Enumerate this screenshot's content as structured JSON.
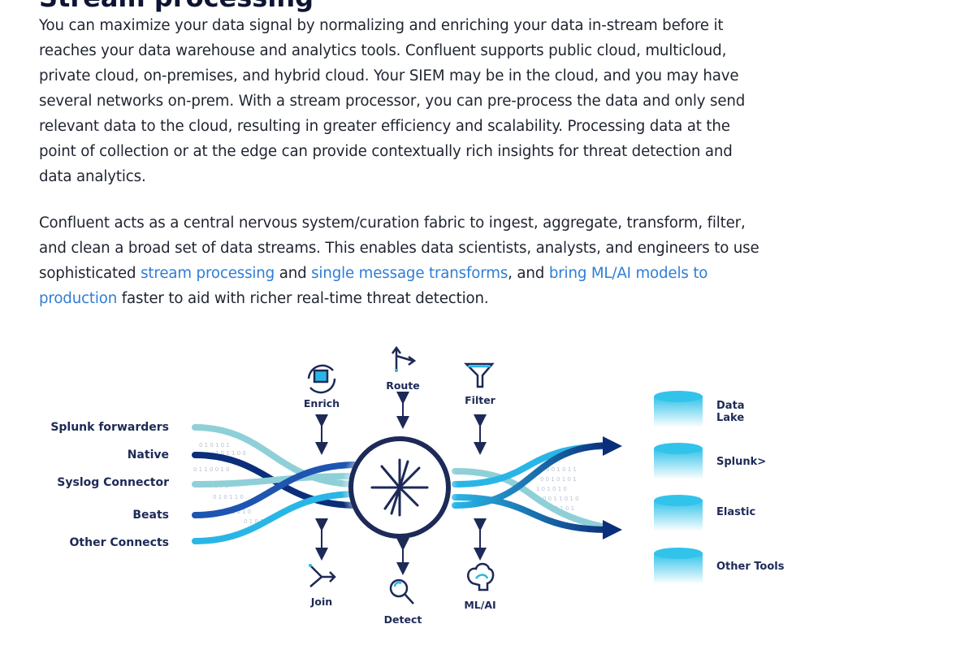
{
  "paragraph1": [
    "You can maximize your data signal by normalizing and enriching your data in-stream before it",
    "reaches your data warehouse and analytics tools. Confluent supports public cloud, multicloud,",
    "private cloud, on-premises, and hybrid cloud. Your SIEM may be in the cloud, and you may have",
    "several networks on-prem. With a stream processor, you can pre-process the data and only send",
    "relevant data to the cloud, resulting in greater efficiency and scalability. Processing data at the",
    "point of collection or at the edge can provide contextually rich insights for threat detection and",
    "data analytics."
  ],
  "paragraph2": {
    "line1": "Confluent acts as a central nervous system/curation fabric to ingest, aggregate, transform, filter,",
    "line2": "and clean a broad set of data streams. This enables data scientists, analysts, and engineers to use",
    "line3_pre": "sophisticated ",
    "link_stream_processing": "stream processing",
    "line3_and": " and ",
    "link_smt": "single message transforms",
    "line3_comma": ", and ",
    "link_ml_part1": "bring ML/AI models to",
    "link_ml_part2": "production",
    "line4_post": " faster to aid with richer real-time threat detection."
  },
  "diagram": {
    "sources": [
      "Splunk forwarders",
      "Native",
      "Syslog Connector",
      "Beats",
      "Other Connects"
    ],
    "operations": {
      "enrich": "Enrich",
      "route": "Route",
      "filter": "Filter",
      "join": "Join",
      "detect": "Detect",
      "mlai": "ML/AI"
    },
    "destinations": {
      "data_lake_line1": "Data",
      "data_lake_line2": "Lake",
      "splunk": "Splunk>",
      "elastic": "Elastic",
      "other_tools": "Other Tools"
    },
    "colors": {
      "navy": "#1d2a57",
      "dark_blue": "#0a2e7a",
      "mid_blue": "#1e73c8",
      "sky_blue": "#29b6e6",
      "teal": "#8fd0d8",
      "cylinder": "#32c3ea"
    }
  }
}
